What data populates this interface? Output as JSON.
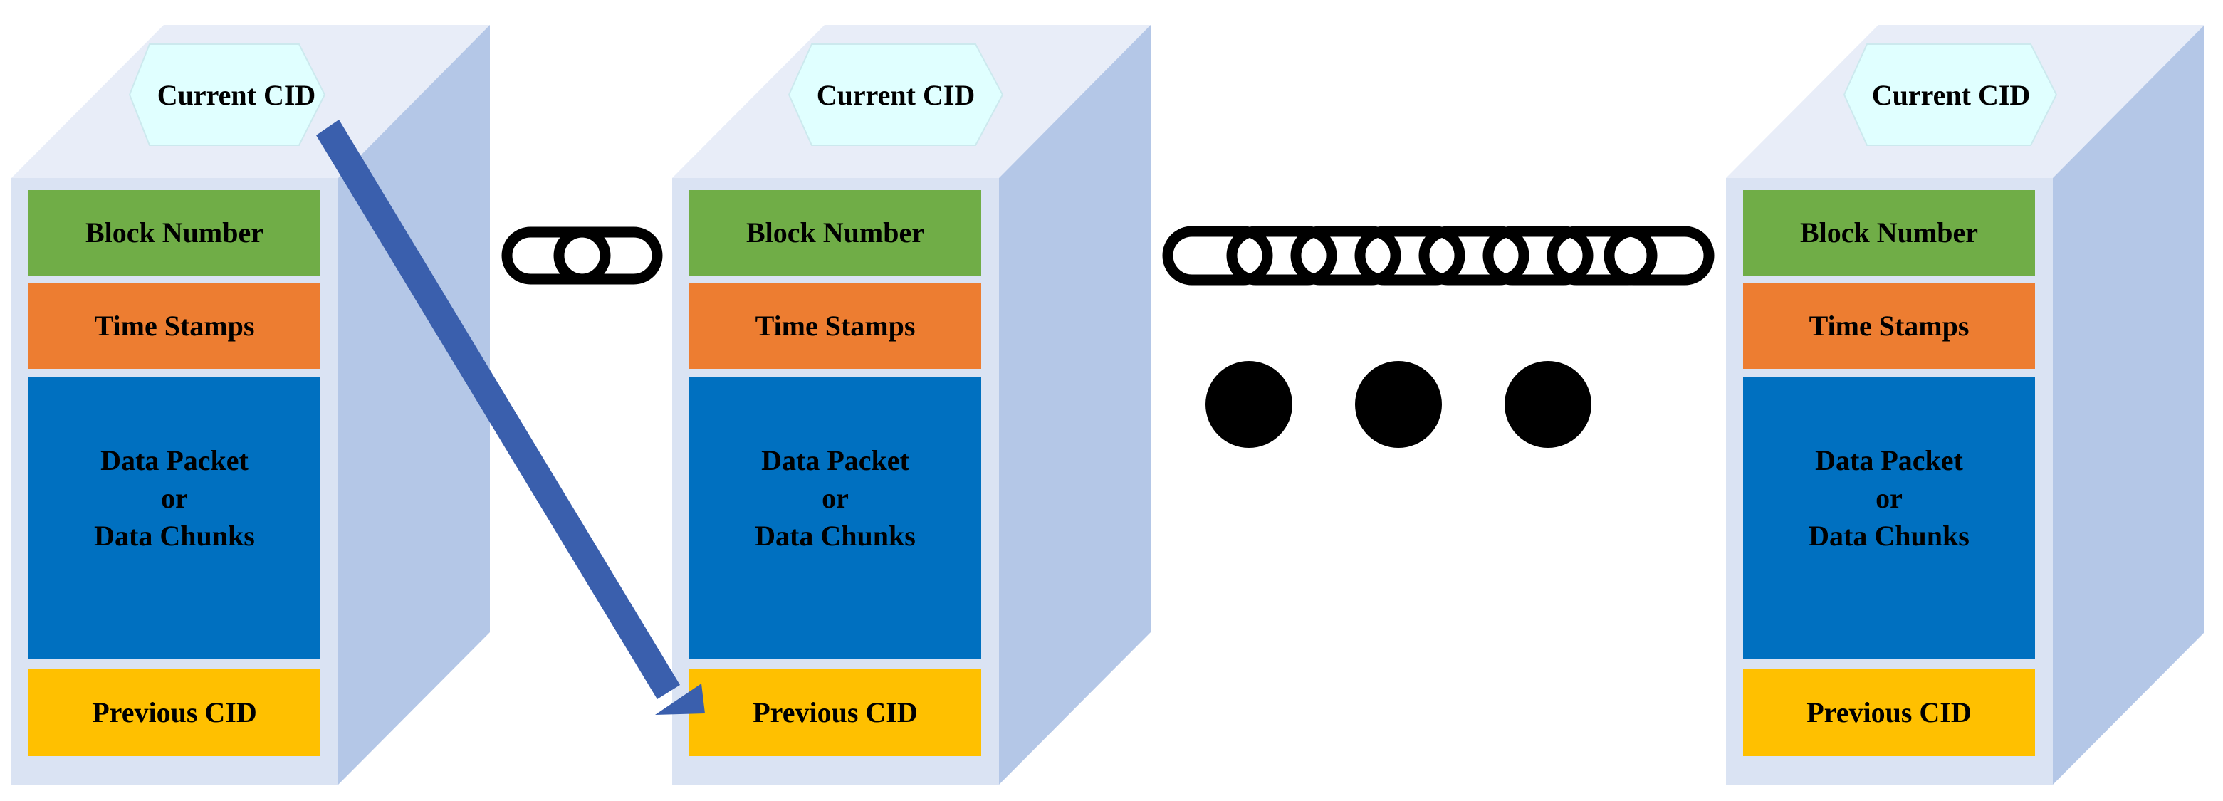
{
  "blocks": [
    {
      "current_cid": "Current CID",
      "block_number": "Block Number",
      "time_stamps": "Time Stamps",
      "data_lines": [
        "Data Packet",
        "or",
        "Data Chunks"
      ],
      "previous_cid": "Previous CID"
    },
    {
      "current_cid": "Current CID",
      "block_number": "Block Number",
      "time_stamps": "Time Stamps",
      "data_lines": [
        "Data Packet",
        "or",
        "Data Chunks"
      ],
      "previous_cid": "Previous CID"
    },
    {
      "current_cid": "Current CID",
      "block_number": "Block Number",
      "time_stamps": "Time Stamps",
      "data_lines": [
        "Data Packet",
        "or",
        "Data Chunks"
      ],
      "previous_cid": "Previous CID"
    }
  ],
  "colors": {
    "cube_front": "#dae3f3",
    "cube_top": "#e8edf8",
    "cube_side": "#b4c7e7",
    "cid_fill": "#e0ffff",
    "block_number": "#70ad47",
    "time_stamps": "#ed7d31",
    "data": "#0070c0",
    "previous_cid": "#ffc000",
    "arrow": "#3a5fad",
    "chain": "#000000"
  },
  "icons": {
    "short_chain": "chain-link-icon",
    "long_chain": "chain-icon",
    "ellipsis": "ellipsis-dots-icon"
  }
}
